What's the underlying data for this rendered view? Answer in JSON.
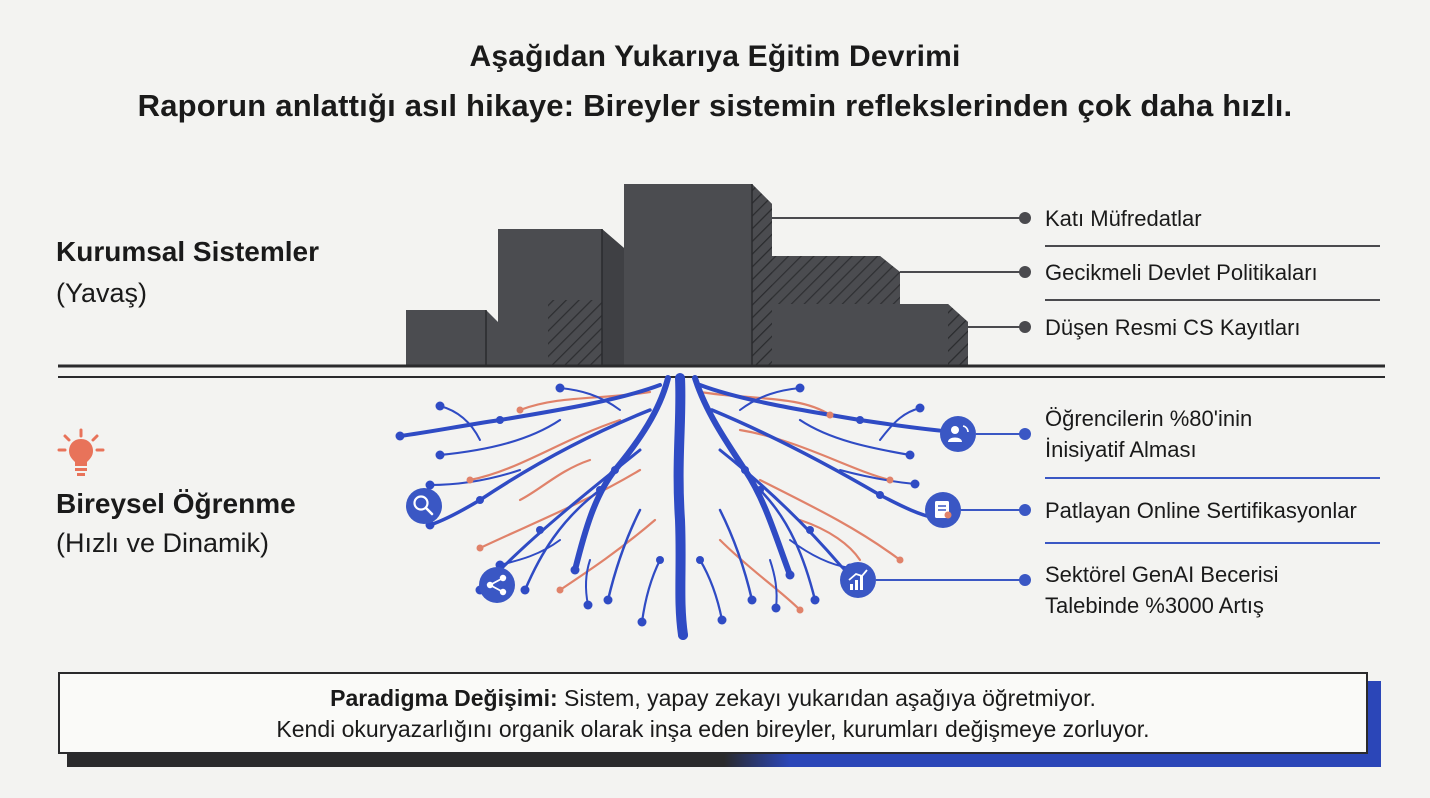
{
  "title": "Aşağıdan Yukarıya Eğitim Devrimi",
  "subtitle": "Raporun anlattığı asıl hikaye: Bireyler sistemin reflekslerinden çok daha hızlı.",
  "institutional": {
    "title": "Kurumsal Sistemler",
    "subtitle": "(Yavaş)",
    "items": [
      "Katı Müfredatlar",
      "Gecikmeli Devlet Politikaları",
      "Düşen Resmi CS Kayıtları"
    ]
  },
  "individual": {
    "title": "Bireysel Öğrenme",
    "subtitle": "(Hızlı ve Dinamik)",
    "items": [
      {
        "line1": "Öğrencilerin %80'inin",
        "line2": "İnisiyatif Alması"
      },
      {
        "line1": "Patlayan Online Sertifikasyonlar",
        "line2": ""
      },
      {
        "line1": "Sektörel GenAI Becerisi",
        "line2": "Talebinde %3000 Artış"
      }
    ]
  },
  "paradigm": {
    "label": "Paradigma Değişimi:",
    "text1": " Sistem, yapay zekayı yukarıdan aşağıya öğretmiyor.",
    "text2": "Kendi okuryazarlığını organik olarak inşa eden bireyler, kurumları değişmeye zorluyor."
  },
  "colors": {
    "building": "#4b4c50",
    "root_blue": "#2f4bc4",
    "root_orange": "#e0826a",
    "icon_blue": "#3a57c4",
    "bulb": "#e8735a"
  },
  "icons": [
    "search-icon",
    "share-icon",
    "user-refresh-icon",
    "certificate-icon",
    "chart-growth-icon",
    "lightbulb-icon"
  ]
}
